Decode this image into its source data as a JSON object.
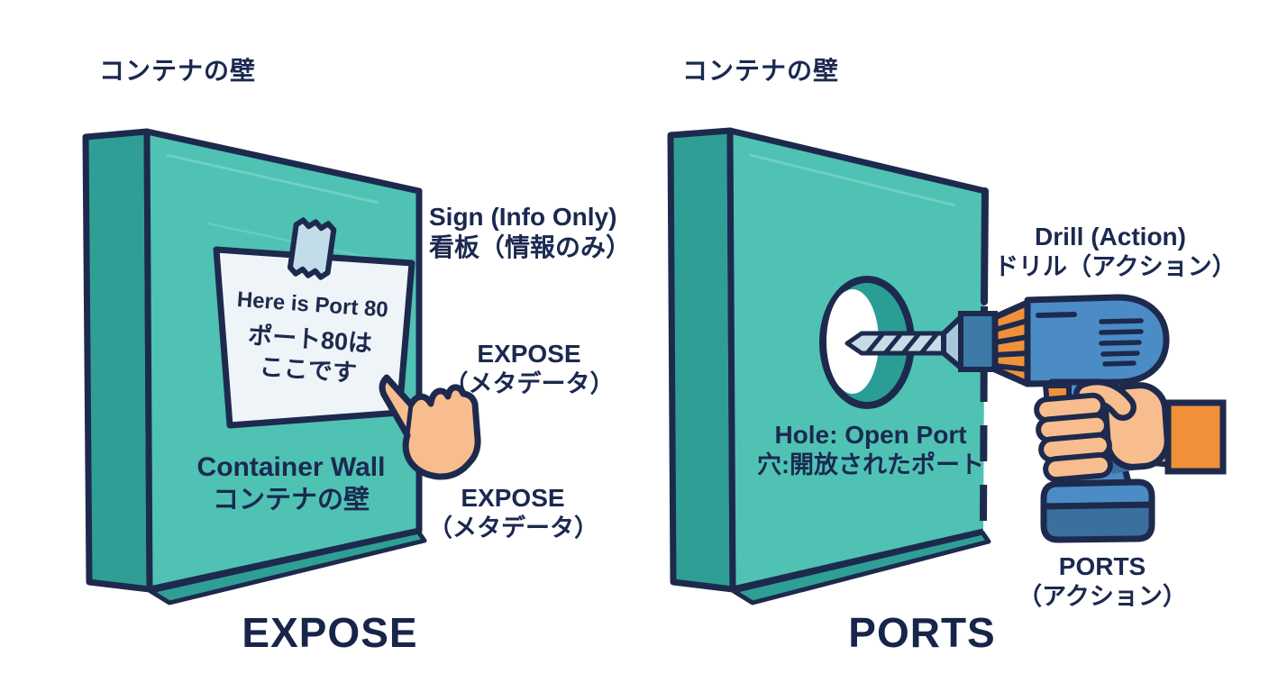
{
  "colors": {
    "outline_navy": "#1d2a4d",
    "text_navy": "#1b2950",
    "wall_teal_front": "#4fc2b4",
    "wall_teal_side": "#2f9f95",
    "hole_inner_teal": "#2a9e95",
    "note_paper": "#eef4f8",
    "tape_blue": "#c3dcea",
    "skin": "#f8bd8e",
    "drill_body_blue": "#4b8cc6",
    "drill_dark_blue": "#3a6f9e",
    "drill_orange": "#f0913a",
    "drill_bit_blue": "#c6dde9"
  },
  "icons": {
    "sticky_note": "paper sign taped to wall",
    "tape": "adhesive tape strip",
    "pointing_hand": "hand pointing at sign",
    "hole": "drilled open hole in wall",
    "drill": "power drill held by hand"
  },
  "left_panel": {
    "wall_top_label": "コンテナの壁",
    "note": {
      "line1": "Here is Port 80",
      "line2": "ポート80は",
      "line3": "ここです"
    },
    "sign_label": {
      "en": "Sign (Info Only)",
      "ja": "看板（情報のみ）"
    },
    "expose_meta_upper": {
      "en": "EXPOSE",
      "ja": "（メタデータ）"
    },
    "wall_face_label": {
      "en": "Container Wall",
      "ja": "コンテナの壁"
    },
    "expose_meta_lower": {
      "en": "EXPOSE",
      "ja": "（メタデータ）"
    },
    "title": "EXPOSE"
  },
  "right_panel": {
    "wall_top_label": "コンテナの壁",
    "drill_label": {
      "en": "Drill (Action)",
      "ja": "ドリル（アクション）"
    },
    "hole_label": {
      "en": "Hole: Open Port",
      "ja": "穴:開放されたポート"
    },
    "ports_action_label": {
      "en": "PORTS",
      "ja": "（アクション）"
    },
    "title": "PORTS"
  }
}
